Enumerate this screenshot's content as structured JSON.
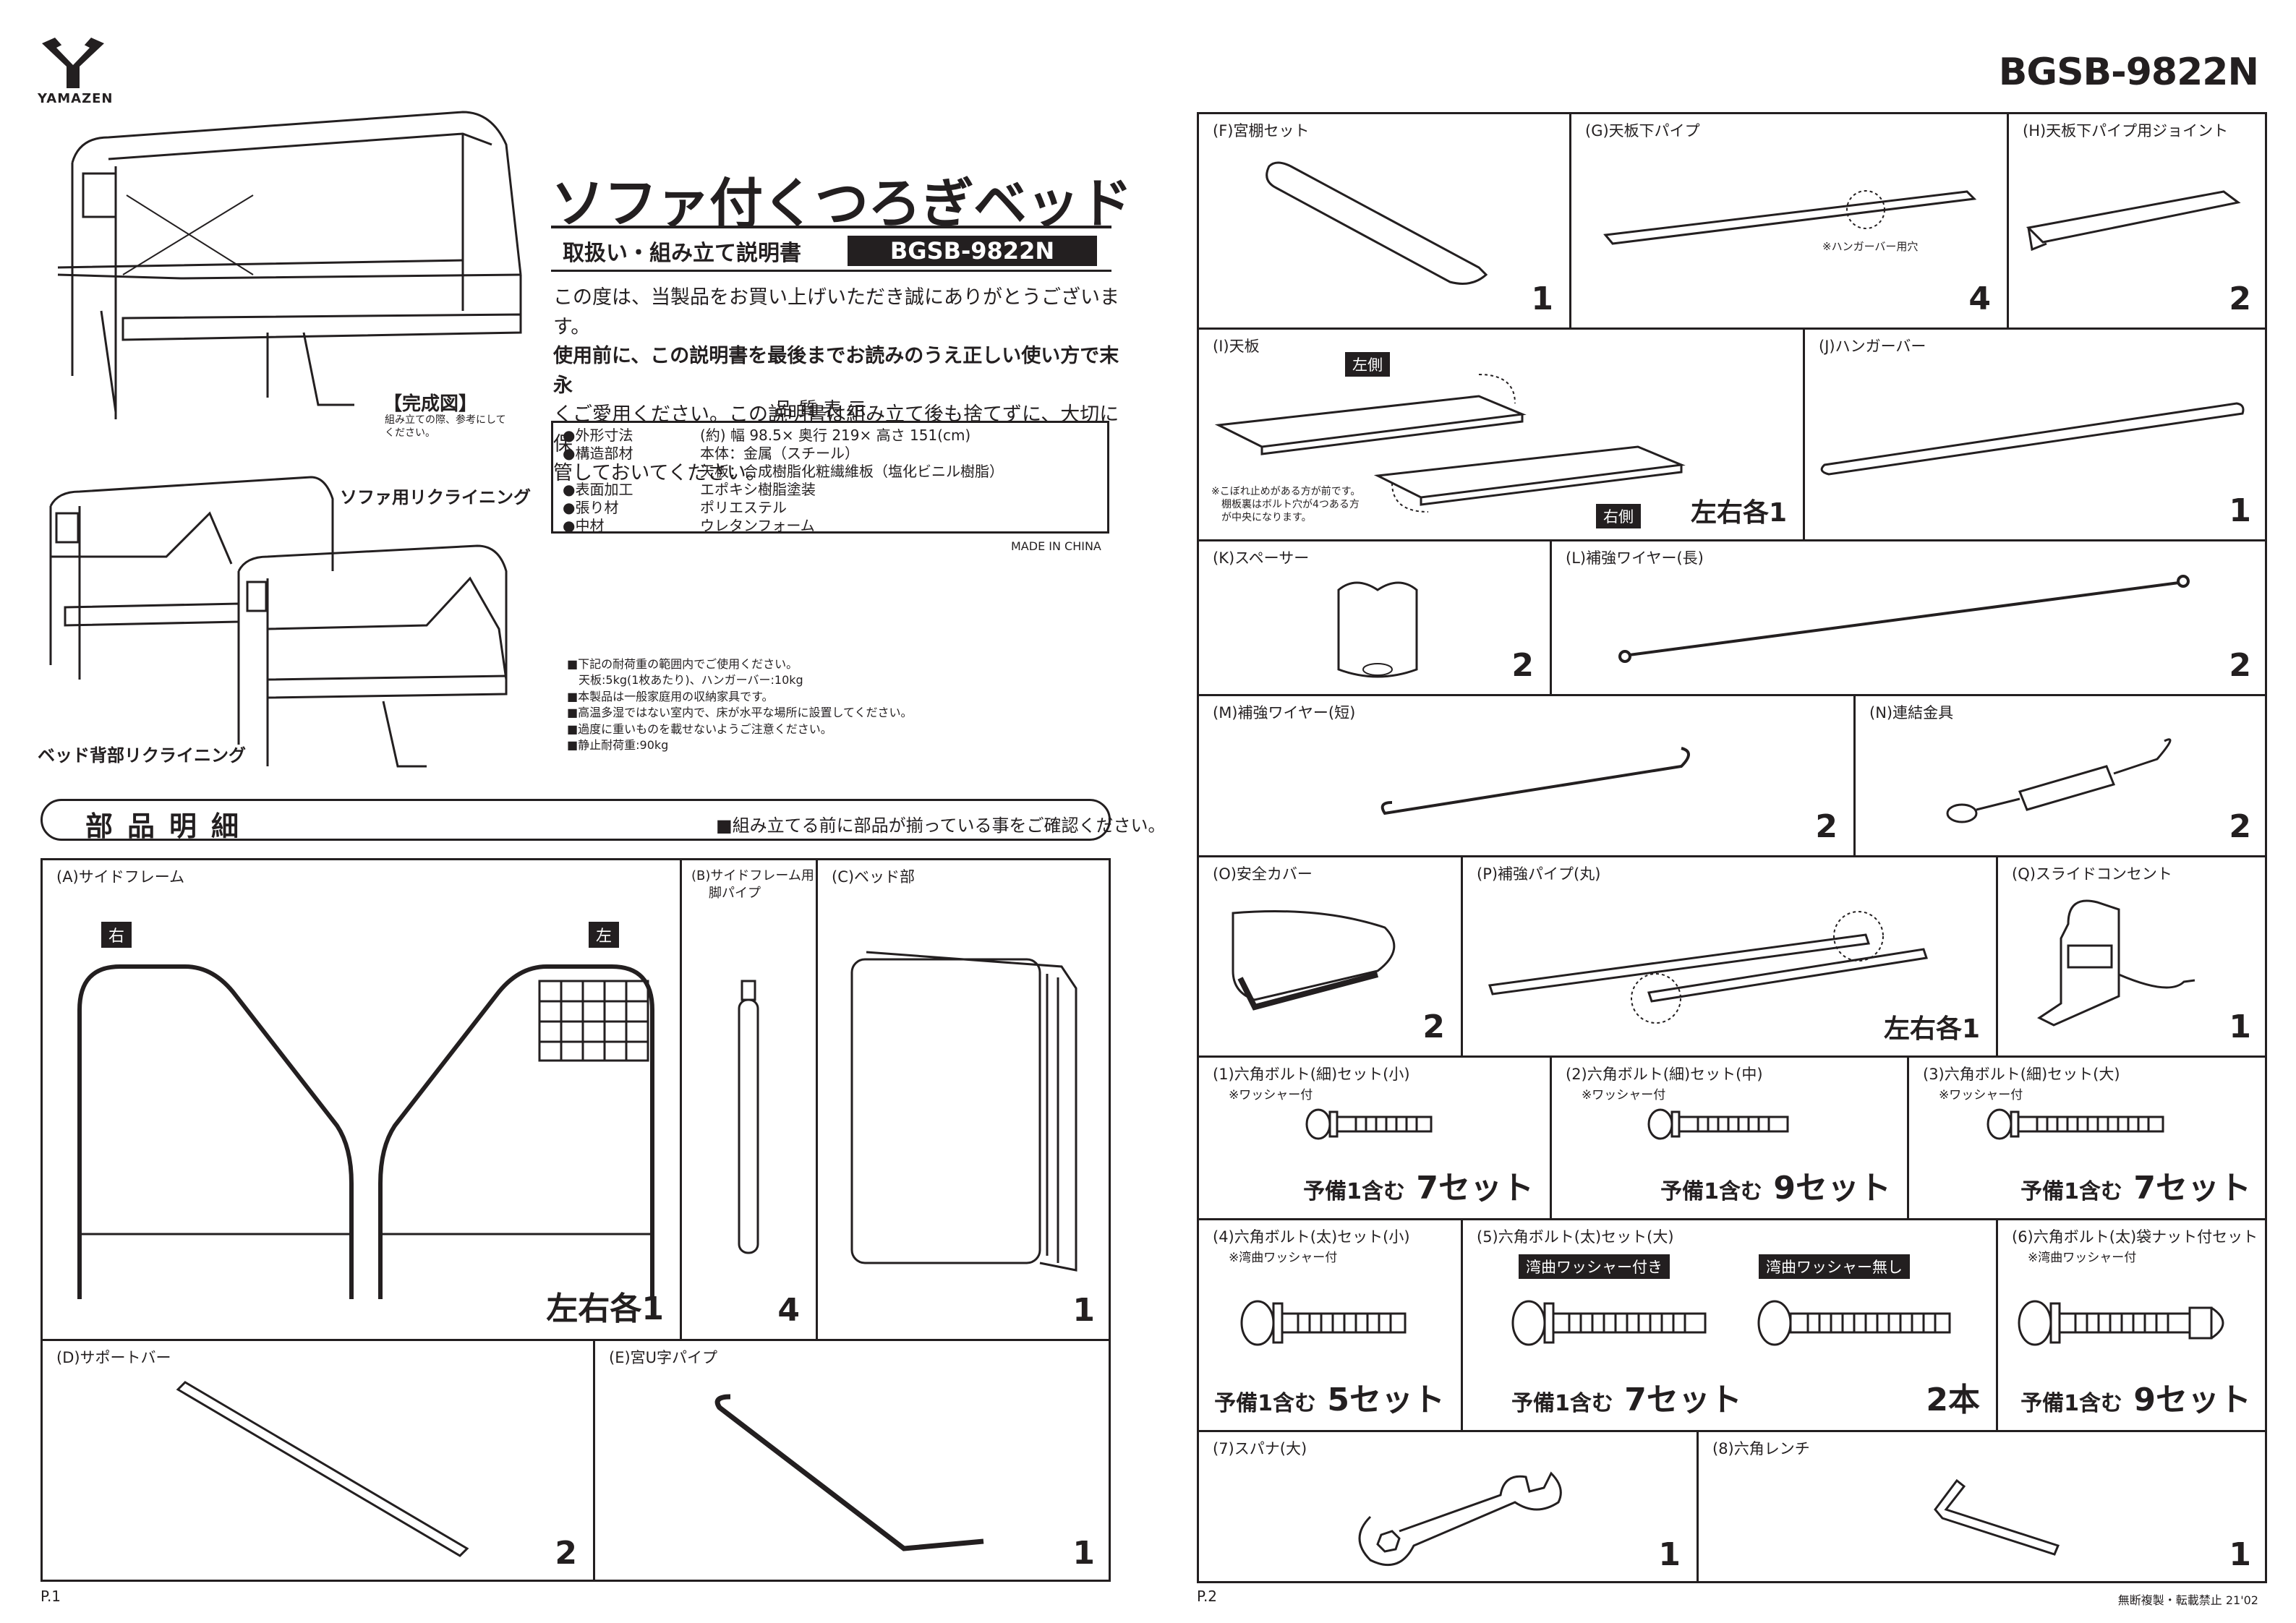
{
  "brand": {
    "name": "YAMAZEN"
  },
  "model_code": "BGSB-9822N",
  "product_title": "ソファ付くつろぎベッド",
  "subtitle": "取扱い・組み立て説明書",
  "subtitle_model": "BGSB-9822N",
  "intro": {
    "line1": "この度は、当製品をお買い上げいただき誠にありがとうございます。",
    "line2": "使用前に、この説明書を最後までお読みのうえ正しい使い方で末永",
    "line3": "くご愛用ください。この説明書は組み立て後も捨てずに、大切に保",
    "line4": "管しておいてください。"
  },
  "quality_label": {
    "heading": "品質表示",
    "rows": [
      {
        "key": "●外形寸法",
        "value": "(約) 幅 98.5× 奥行 219× 高さ 151(cm)"
      },
      {
        "key": "●構造部材",
        "value": "本体：金属（スチール）"
      },
      {
        "key": "",
        "value": "天板：合成樹脂化粧繊維板（塩化ビニル樹脂）"
      },
      {
        "key": "●表面加工",
        "value": "エポキシ樹脂塗装"
      },
      {
        "key": "●張り材",
        "value": "ポリエステル"
      },
      {
        "key": "●中材",
        "value": "ウレタンフォーム"
      }
    ],
    "origin": "MADE IN CHINA"
  },
  "illustrations": {
    "completed_label": "【完成図】",
    "completed_note": "組み立ての際、参考にしてください。",
    "sofa_recline": "ソファ用リクライニング",
    "bed_recline": "ベッド背部リクライニング"
  },
  "notes": [
    "■下記の耐荷重の範囲内でご使用ください。",
    "天板:5kg(1枚あたり)、ハンガーバー:10kg",
    "■本製品は一般家庭用の収納家具です。",
    "■高温多湿ではない室内で、床が水平な場所に設置してください。",
    "■過度に重いものを載せないようご注意ください。",
    "■静止耐荷重:90kg"
  ],
  "parts_section": {
    "title": "部品明細",
    "check_note": "■組み立てる前に部品が揃っている事をご確認ください。"
  },
  "parts_p1": [
    {
      "id": "A",
      "label": "(A)サイドフレーム",
      "qty": "左右各1",
      "right_tag": "右",
      "left_tag": "左"
    },
    {
      "id": "B",
      "label": "(B)サイドフレーム用",
      "label2": "脚パイプ",
      "qty": "4"
    },
    {
      "id": "C",
      "label": "(C)ベッド部",
      "qty": "1"
    },
    {
      "id": "D",
      "label": "(D)サポートバー",
      "qty": "2"
    },
    {
      "id": "E",
      "label": "(E)宮U字パイプ",
      "qty": "1"
    }
  ],
  "parts_p2": [
    {
      "id": "F",
      "label": "(F)宮棚セット",
      "qty": "1"
    },
    {
      "id": "G",
      "label": "(G)天板下パイプ",
      "qty": "4",
      "note": "※ハンガーバー用穴"
    },
    {
      "id": "H",
      "label": "(H)天板下パイプ用ジョイント",
      "qty": "2"
    },
    {
      "id": "I",
      "label": "(I)天板",
      "qty": "左右各1",
      "left_tag": "左側",
      "right_tag": "右側",
      "note1": "※こぼれ止めがある方が前です。",
      "note2": "棚板裏はボルト穴が4つある方",
      "note3": "が中央になります。"
    },
    {
      "id": "J",
      "label": "(J)ハンガーバー",
      "qty": "1"
    },
    {
      "id": "K",
      "label": "(K)スペーサー",
      "qty": "2"
    },
    {
      "id": "L",
      "label": "(L)補強ワイヤー(長)",
      "qty": "2"
    },
    {
      "id": "M",
      "label": "(M)補強ワイヤー(短)",
      "qty": "2"
    },
    {
      "id": "N",
      "label": "(N)連結金具",
      "qty": "2"
    },
    {
      "id": "O",
      "label": "(O)安全カバー",
      "qty": "2"
    },
    {
      "id": "P",
      "label": "(P)補強パイプ(丸)",
      "qty": "左右各1"
    },
    {
      "id": "Q",
      "label": "(Q)スライドコンセント",
      "qty": "1"
    },
    {
      "id": "1",
      "label": "(1)六角ボルト(細)セット(小)",
      "sub": "※ワッシャー付",
      "qty_prefix": "予備1含む",
      "qty": "7セット"
    },
    {
      "id": "2",
      "label": "(2)六角ボルト(細)セット(中)",
      "sub": "※ワッシャー付",
      "qty_prefix": "予備1含む",
      "qty": "9セット"
    },
    {
      "id": "3",
      "label": "(3)六角ボルト(細)セット(大)",
      "sub": "※ワッシャー付",
      "qty_prefix": "予備1含む",
      "qty": "7セット"
    },
    {
      "id": "4",
      "label": "(4)六角ボルト(太)セット(小)",
      "sub": "※湾曲ワッシャー付",
      "qty_prefix": "予備1含む",
      "qty": "5セット"
    },
    {
      "id": "5",
      "label": "(5)六角ボルト(太)セット(大)",
      "tag1": "湾曲ワッシャー付き",
      "tag2": "湾曲ワッシャー無し",
      "qty_prefix": "予備1含む",
      "qty": "7セット",
      "qty2": "2本"
    },
    {
      "id": "6",
      "label": "(6)六角ボルト(太)袋ナット付セット",
      "sub": "※湾曲ワッシャー付",
      "qty_prefix": "予備1含む",
      "qty": "9セット"
    },
    {
      "id": "7",
      "label": "(7)スパナ(大)",
      "qty": "1"
    },
    {
      "id": "8",
      "label": "(8)六角レンチ",
      "qty": "1"
    }
  ],
  "footer": {
    "page1": "P.1",
    "page2": "P.2",
    "copyright": "無断複製・転載禁止 21'02"
  }
}
